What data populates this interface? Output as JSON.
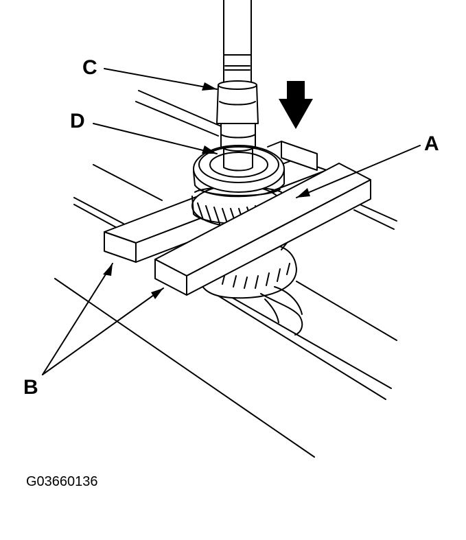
{
  "labels": {
    "a": "A",
    "b": "B",
    "c": "C",
    "d": "D"
  },
  "figure_id": "G03660136",
  "colors": {
    "ink": "#000000",
    "paper": "#ffffff",
    "shade": "#c8c8c8"
  },
  "icons": {
    "press_direction": "down-arrow-icon"
  }
}
